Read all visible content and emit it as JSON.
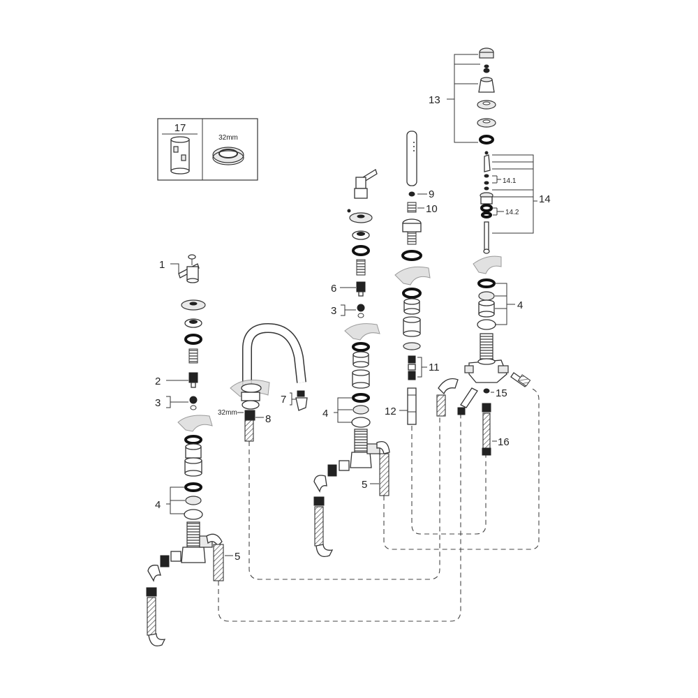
{
  "labels": {
    "l1": "1",
    "l2": "2",
    "l3a": "3",
    "l3b": "3",
    "l4a": "4",
    "l4b": "4",
    "l4c": "4",
    "l5a": "5",
    "l5b": "5",
    "l6": "6",
    "l7": "7",
    "l8": "8",
    "l9": "9",
    "l10": "10",
    "l11": "11",
    "l12": "12",
    "l13": "13",
    "l14": "14",
    "l14_1": "14.1",
    "l14_2": "14.2",
    "l15": "15",
    "l16": "16",
    "l17": "17"
  },
  "dimensions": {
    "d32_inset": "32mm",
    "d32_spout": "32mm"
  }
}
